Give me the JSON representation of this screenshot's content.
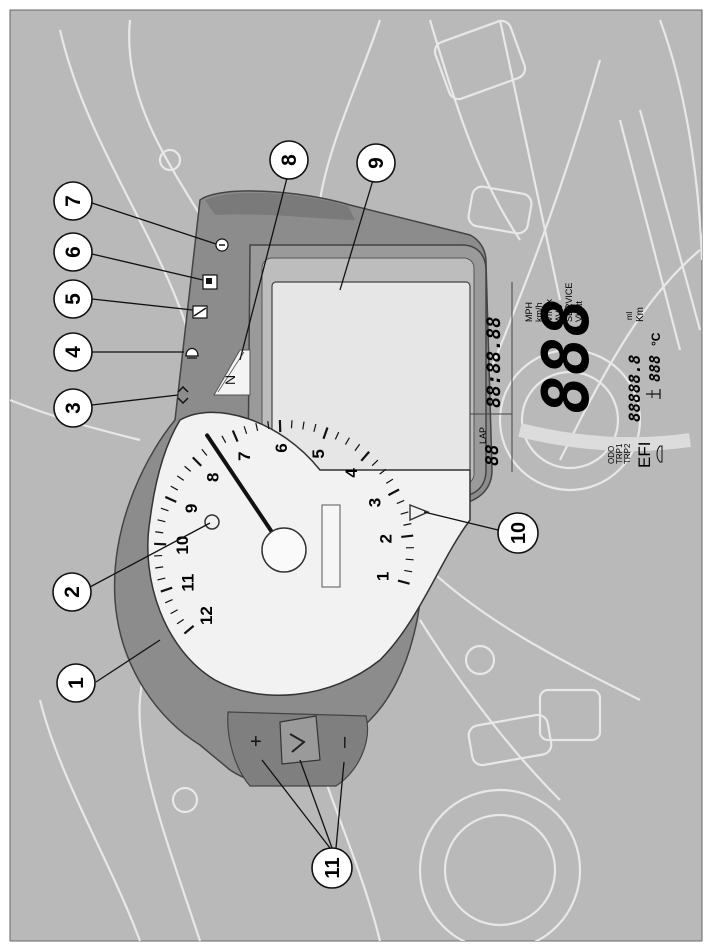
{
  "callouts": [
    {
      "num": "1"
    },
    {
      "num": "2"
    },
    {
      "num": "3"
    },
    {
      "num": "4"
    },
    {
      "num": "5"
    },
    {
      "num": "6"
    },
    {
      "num": "7"
    },
    {
      "num": "8"
    },
    {
      "num": "9"
    },
    {
      "num": "10"
    },
    {
      "num": "11"
    }
  ],
  "tach": {
    "numbers": [
      "1",
      "2",
      "3",
      "4",
      "5",
      "6",
      "7",
      "8",
      "9",
      "10",
      "11",
      "12"
    ],
    "needle_value": 7.5
  },
  "lcd": {
    "lap_digits": "88",
    "lap_label": "LAP",
    "clock": "88:88.88",
    "big": "888",
    "units": [
      "MPH",
      "km/h",
      "Vmax",
      "AVS",
      "SERVICE",
      "Vbatt"
    ],
    "trip": [
      "ODO",
      "TRP1",
      "TRP2"
    ],
    "odo": "88888.8",
    "ml": "ml",
    "km": "Km",
    "temp": "888",
    "degc": "°C",
    "efi": "EFI"
  },
  "gear": "N",
  "buttons": {
    "plus": "+",
    "minus": "–"
  },
  "colors": {
    "housing": "#8c8c8c",
    "panel": "#bdbdbd",
    "lcd": "#e6e6e6",
    "background": "#b9b9b9"
  }
}
